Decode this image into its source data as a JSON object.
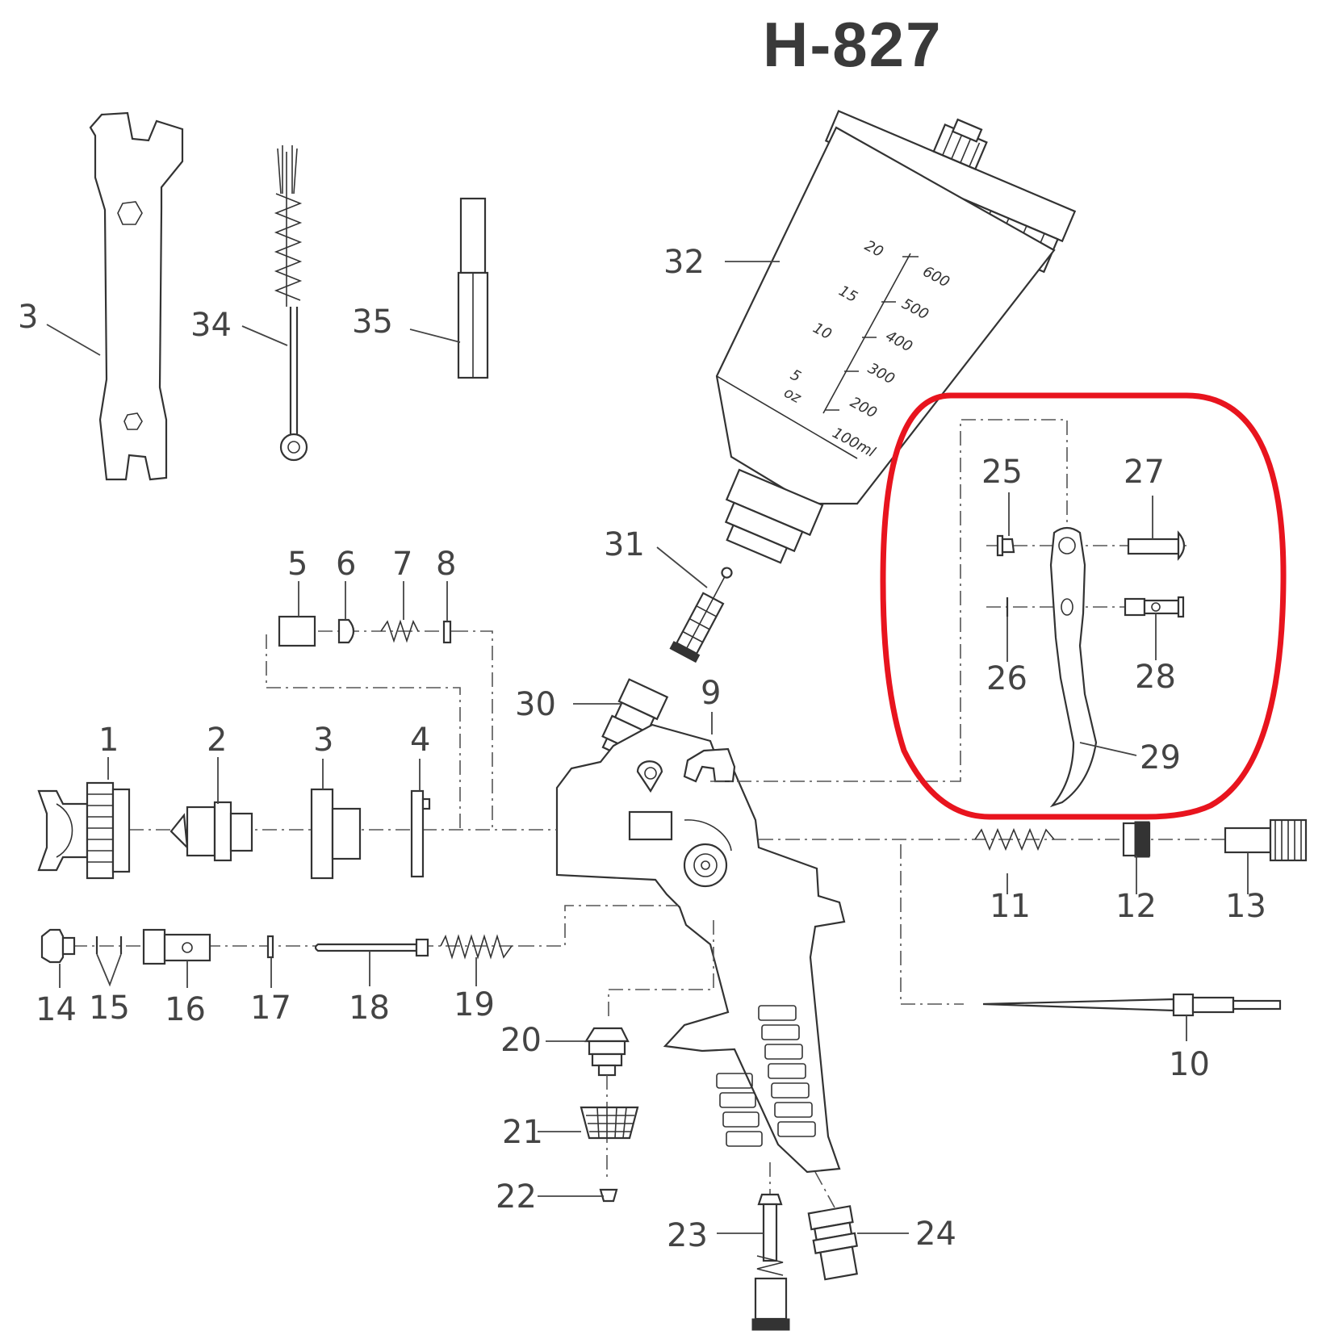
{
  "title": "H-827",
  "highlight_color": "#e8141e",
  "cup_scale": {
    "oz": [
      "20",
      "15",
      "10",
      "5",
      "oz"
    ],
    "ml": [
      "600",
      "500",
      "400",
      "300",
      "200",
      "100ml"
    ]
  },
  "part_labels": {
    "p1": "1",
    "p2": "2",
    "p3": "3",
    "p4": "4",
    "p5": "5",
    "p6": "6",
    "p7": "7",
    "p8": "8",
    "p9": "9",
    "p10": "10",
    "p11": "11",
    "p12": "12",
    "p13": "13",
    "p14": "14",
    "p15": "15",
    "p16": "16",
    "p17": "17",
    "p18": "18",
    "p19": "19",
    "p20": "20",
    "p21": "21",
    "p22": "22",
    "p23": "23",
    "p24": "24",
    "p25": "25",
    "p26": "26",
    "p27": "27",
    "p28": "28",
    "p29": "29",
    "p30": "30",
    "p31": "31",
    "p32": "32",
    "p33": "3",
    "p34": "34",
    "p35": "35"
  }
}
